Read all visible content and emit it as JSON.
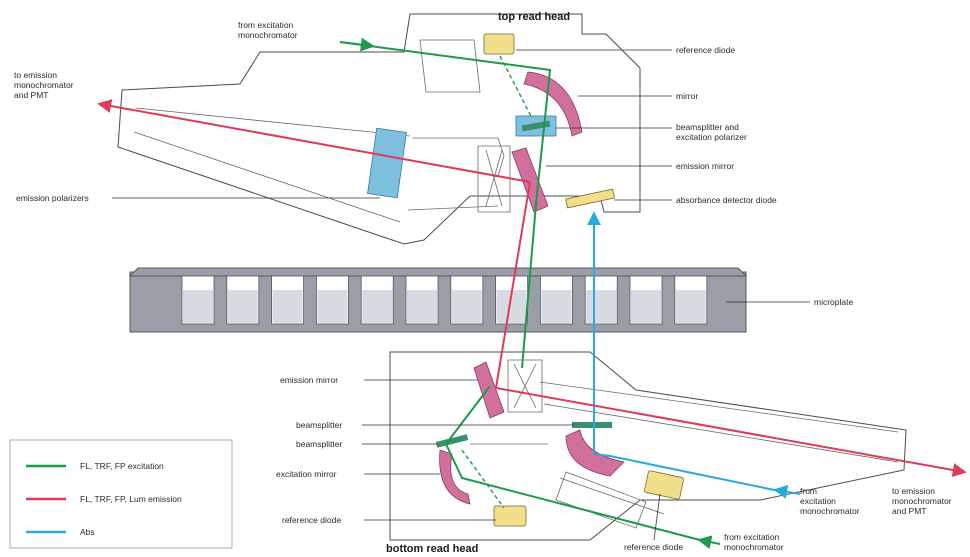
{
  "colors": {
    "excitation": "#1d9a4a",
    "emission": "#e03a5a",
    "abs": "#2aa9dc",
    "mirror": "#d1709c",
    "diode": "#f2df8c",
    "polarizer": "#7fbfe0",
    "plate": "#9a9ea6"
  },
  "titles": {
    "top": "top read head",
    "bottom": "bottom read head"
  },
  "top_labels": {
    "from_exc_1": "from excitation",
    "from_exc_2": "monochromator",
    "to_em_1": "to emission",
    "to_em_2": "monochromator",
    "to_em_3": "and PMT",
    "reference_diode": "reference diode",
    "mirror": "mirror",
    "beamsplitter_1": "beamsplitter and",
    "beamsplitter_2": "excitation polarizer",
    "emission_mirror": "emission mirror",
    "absorbance_detector": "absorbance detector diode",
    "emission_polarizers": "emission polarizers"
  },
  "microplate_label": "microplate",
  "bottom_labels": {
    "emission_mirror": "emission mirror",
    "beamsplitter_a": "beamsplitter",
    "beamsplitter_b": "beamsplitter",
    "excitation_mirror": "excitation mirror",
    "reference_diode_left": "reference diode",
    "reference_diode_right": "reference diode",
    "from_exc_abs_1": "from",
    "from_exc_abs_2": "excitation",
    "from_exc_abs_3": "monochromator",
    "from_exc_fl_1": "from excitation",
    "from_exc_fl_2": "monochromator",
    "to_em_1": "to emission",
    "to_em_2": "monochromator",
    "to_em_3": "and PMT"
  },
  "legend": [
    {
      "label": "FL, TRF, FP excitation",
      "color": "#1d9a4a"
    },
    {
      "label": "FL, TRF, FP, Lum emission",
      "color": "#e03a5a"
    },
    {
      "label": "Abs",
      "color": "#2aa9dc"
    }
  ]
}
